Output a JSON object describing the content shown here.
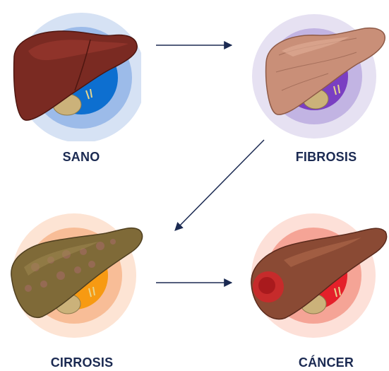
{
  "stages": [
    {
      "id": "healthy",
      "label": "SANO",
      "rings": [
        "#d6e2f4",
        "#9cbbe9",
        "#0d6fd0"
      ],
      "liver": "#7a2a22",
      "liver_dark": "#4e1610",
      "liver_hi": "#9c3a30"
    },
    {
      "id": "fibrosis",
      "label": "FIBROSIS",
      "rings": [
        "#e6e1f2",
        "#c2b4e3",
        "#7a3fc2"
      ],
      "liver": "#c98f78",
      "liver_dark": "#8e5a47",
      "liver_hi": "#deaa93"
    },
    {
      "id": "cirrhosis",
      "label": "CIRROSIS",
      "rings": [
        "#fde4d4",
        "#f8bd97",
        "#f79a12"
      ],
      "liver": "#7f6a38",
      "liver_dark": "#4f3f1f",
      "liver_hi": "#a28a52"
    },
    {
      "id": "cancer",
      "label": "CÁNCER",
      "rings": [
        "#fde0d8",
        "#f5a496",
        "#e4202a"
      ],
      "liver": "#8a4a34",
      "liver_dark": "#5a2a1c",
      "liver_hi": "#b06a4c"
    }
  ],
  "arrow_color": "#1b2a52"
}
